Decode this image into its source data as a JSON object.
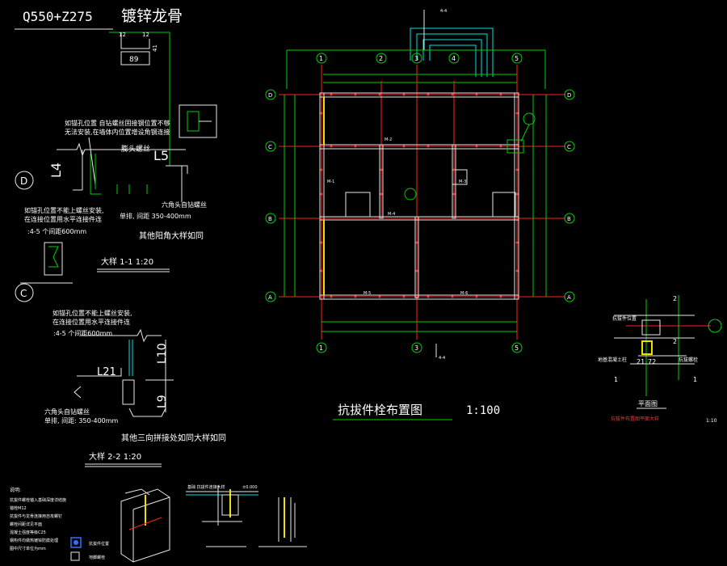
{
  "colors": {
    "background": "#000000",
    "line_green": "#00d000",
    "line_white": "#e8e8e8",
    "line_red": "#ff2020",
    "line_cyan": "#00e0e0",
    "line_yellow": "#f0e000",
    "text_white": "#ffffff",
    "text_red": "#ff3030"
  },
  "header": {
    "spec": "Q550+Z275",
    "material": "镀锌龙骨"
  },
  "profile_dims": {
    "a": "12",
    "b": "12",
    "width": "89",
    "lip": "41"
  },
  "detail_1": {
    "axis_tag": "D",
    "note_top": "如锚孔位置 自钻螺丝固接钢位置不够",
    "note_top2": "无法安装,在墙体内位置增设角钢连接",
    "screw_label": "膨头螺丝",
    "note_left": "如锚孔位置不能上螺丝安装,",
    "note_left2": "在连接位置用水平连接件连",
    "note_left3": ":4-5     个间距600mm",
    "hex_screw": "六角头自钻螺丝",
    "spacing": "单排, 间距 350-400mm",
    "other_corners": "其他阳角大样如同",
    "caption": "大样 1-1 1:20",
    "l4": "L4",
    "l5": "L5"
  },
  "detail_2": {
    "axis_tag": "C",
    "note1": "如锚孔位置不能上螺丝安装,",
    "note2": "在连接位置用水平连接件连",
    "note3": ":4-5     个间距600mm",
    "l10": "L10",
    "l21": "L21",
    "l9": "L9",
    "hex_screw": "六角头自钻螺丝",
    "spacing": "单排, 间距: 350-400mm",
    "other_joints": "其他三向拼接处如同大样如同",
    "caption": "大样 2-2 1:20"
  },
  "plan": {
    "title": "抗拔件栓布置图",
    "scale": "1:100",
    "col_tags_top": [
      "1",
      "2",
      "3",
      "4",
      "5"
    ],
    "col_tags_bottom": [
      "1",
      "3",
      "5"
    ],
    "row_tags_left": [
      "D",
      "C",
      "B",
      "A"
    ],
    "row_tags_right": [
      "D",
      "C",
      "B",
      "A"
    ],
    "room_tags": [
      "M-1",
      "M-2",
      "M-3",
      "M-4",
      "M-5",
      "M-6"
    ],
    "section_tag": "4-4",
    "dim_top": "4-4"
  },
  "detail_right": {
    "label_left1": "抗拔件位置",
    "label_left2": "地基混凝土柱",
    "label_right": "抗拔螺栓",
    "num_top": "2",
    "num_mid": "2",
    "n1": "1",
    "n2": "1",
    "n21": "21",
    "n22": "72",
    "title": "平面图",
    "red_note": "抗拔件布置图平面大样",
    "scale": "1:10"
  },
  "bottom_notes": {
    "heading": "说明:",
    "lines": [
      "抗拔件螺栓锚入基础深度详结施",
      "锚栓M12",
      "抗拔件与龙骨连接用自攻螺钉",
      "螺栓间距详见平面",
      "混凝土强度等级C25",
      "钢构件均做热镀锌防腐处理",
      "图中尺寸单位为mm"
    ],
    "legend1": "抗拔件位置",
    "legend2": "地脚螺栓"
  },
  "small_detail": {
    "label": "基础 抗拔件连接大样",
    "dim": "±0.000"
  }
}
